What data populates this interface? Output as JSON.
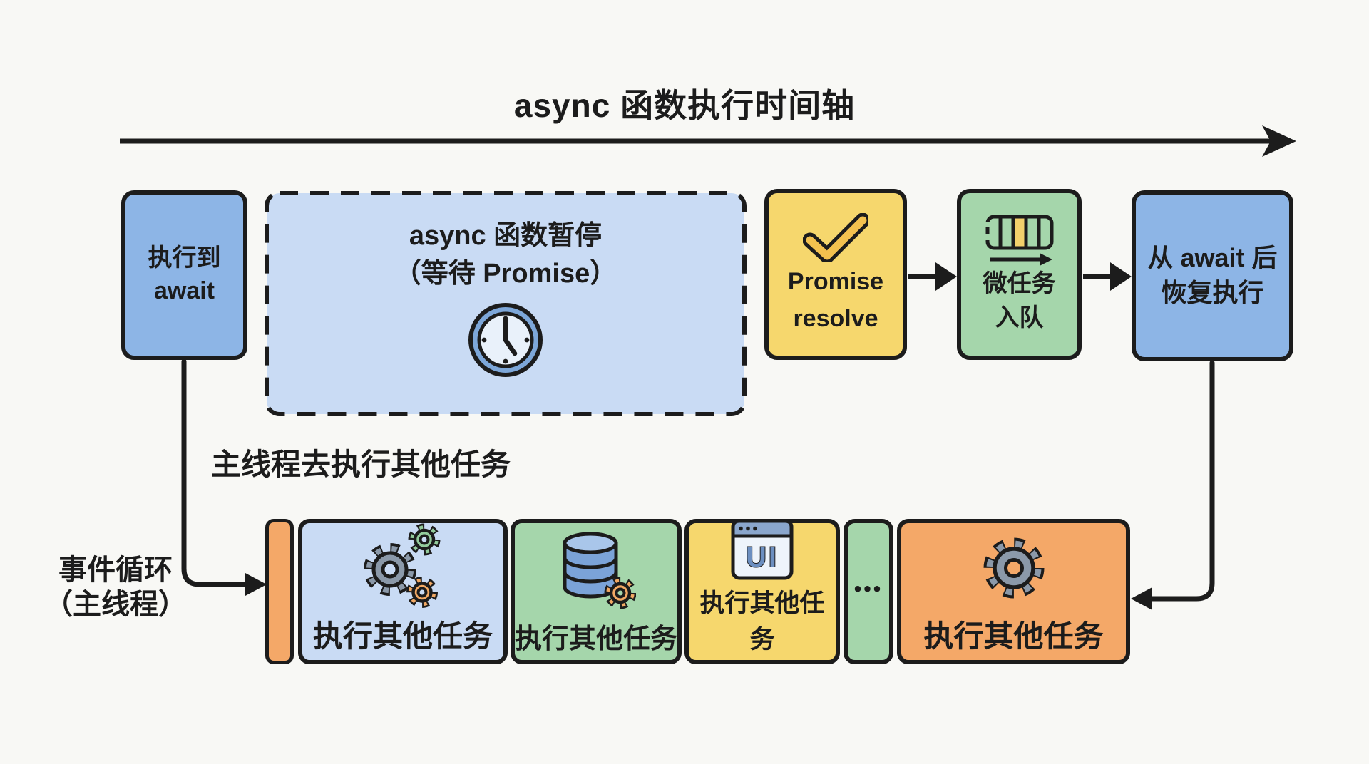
{
  "title": "async 函数执行时间轴",
  "flow": {
    "start": {
      "line1": "执行到",
      "line2": "await"
    },
    "paused": {
      "line1": "async 函数暂停",
      "line2": "（等待 Promise）"
    },
    "resolve": {
      "line1": "Promise",
      "line2": "resolve"
    },
    "microtask": {
      "line1": "微任务",
      "line2": "入队"
    },
    "resume": {
      "line1": "从 await 后",
      "line2": "恢复执行"
    }
  },
  "labels": {
    "main_thread_note": "主线程去执行其他任务",
    "event_loop_line1": "事件循环",
    "event_loop_line2": "（主线程）"
  },
  "bottom_row": {
    "tasks": [
      {
        "label": "执行其他任务",
        "icon": "gears-icon"
      },
      {
        "label": "执行其他任务",
        "icon": "database-icon"
      },
      {
        "label": "执行其他任务",
        "icon": "ui-window-icon",
        "icon_text": "UI"
      },
      {
        "label": "执行其他任务",
        "icon": "gear-icon"
      }
    ],
    "ellipsis": "•••"
  },
  "colors": {
    "blue": "#8db5e6",
    "light_blue": "#c9dbf4",
    "yellow": "#f6d76d",
    "green": "#a5d6ab",
    "orange": "#f4a868",
    "ink": "#1c1c1c",
    "background": "#f8f8f5"
  }
}
